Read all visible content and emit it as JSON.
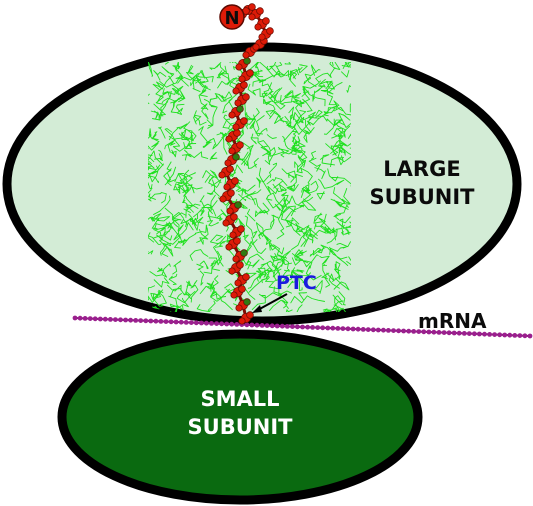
{
  "labels": {
    "large_subunit": [
      "LARGE",
      "SUBUNIT"
    ],
    "small_subunit": [
      "SMALL",
      "SUBUNIT"
    ],
    "ptc": "PTC",
    "mrna": "mRNA",
    "n_terminus": "N"
  },
  "colors": {
    "large_subunit_fill": "#d3ecd6",
    "small_subunit_fill": "#0a6a10",
    "outline": "#000000",
    "tunnel_mesh": "#1fe01f",
    "peptide": "#dd1b08",
    "peptide_highlight": "#2f7a12",
    "mrna": "#9b1f8e",
    "ptc_text": "#1a1adf",
    "label_dark": "#0b0b0b",
    "label_light": "#ffffff"
  }
}
